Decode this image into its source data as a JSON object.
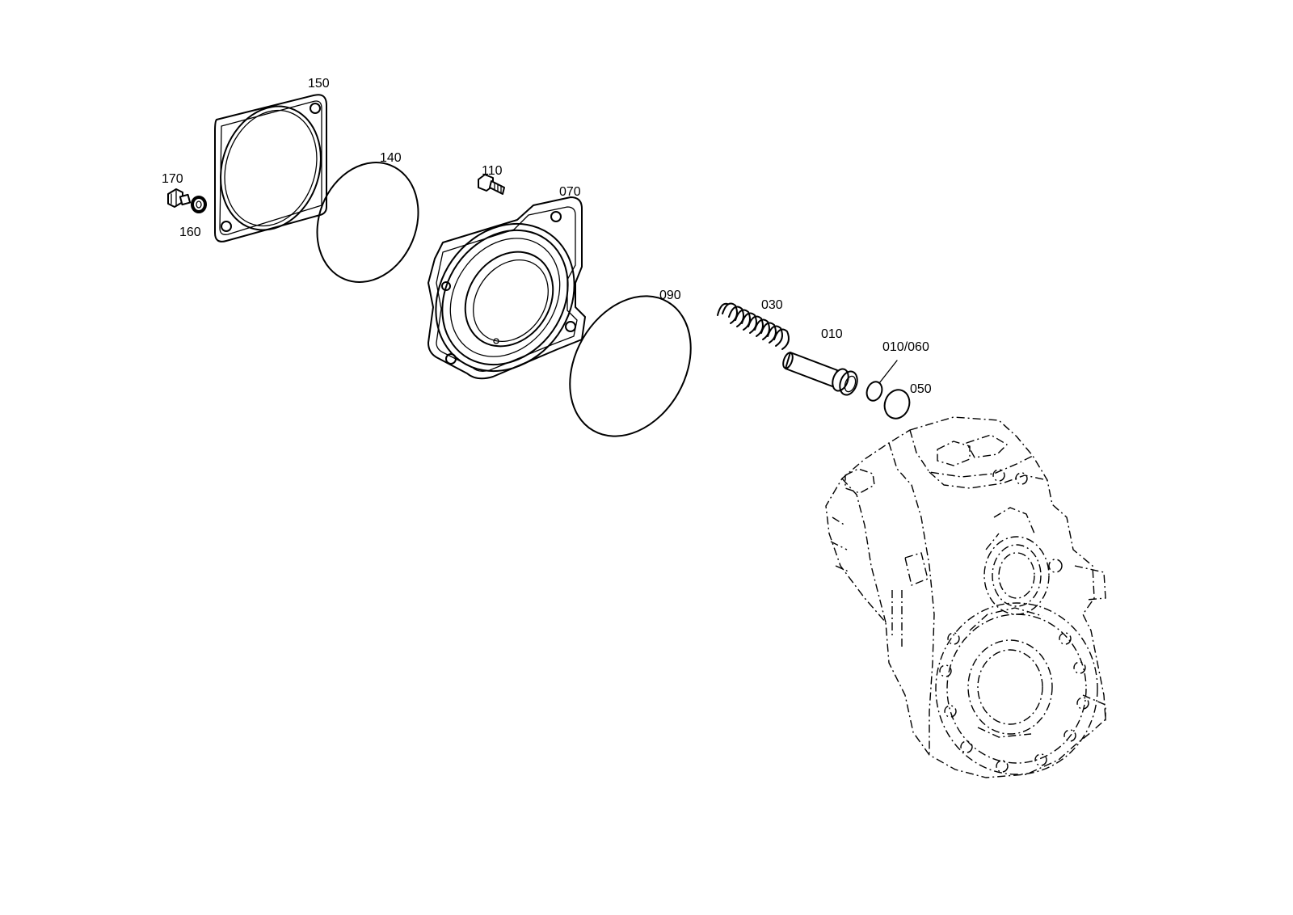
{
  "diagram": {
    "type": "exploded-parts-view",
    "callouts": [
      {
        "id": "150",
        "label": "150"
      },
      {
        "id": "140",
        "label": "140"
      },
      {
        "id": "170",
        "label": "170"
      },
      {
        "id": "160",
        "label": "160"
      },
      {
        "id": "110",
        "label": "110"
      },
      {
        "id": "070",
        "label": "070"
      },
      {
        "id": "090",
        "label": "090"
      },
      {
        "id": "030",
        "label": "030"
      },
      {
        "id": "010",
        "label": "010"
      },
      {
        "id": "010_060",
        "label": "010/060"
      },
      {
        "id": "050",
        "label": "050"
      }
    ]
  }
}
